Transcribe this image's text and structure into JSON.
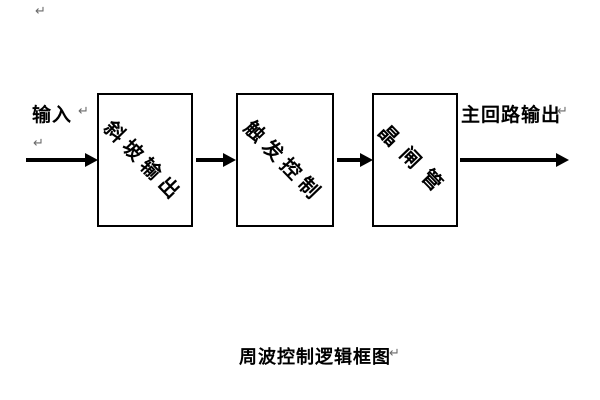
{
  "diagram": {
    "input_label": "输入",
    "output_label": "主回路输出",
    "boxes": [
      {
        "label": "斜坡输出"
      },
      {
        "label": "触发控制"
      },
      {
        "label": "晶闸管"
      }
    ],
    "caption": "周波控制逻辑框图",
    "paragraph_mark": "↵",
    "colors": {
      "line": "#000000",
      "background": "#ffffff",
      "mark": "#6a6a6a"
    }
  }
}
